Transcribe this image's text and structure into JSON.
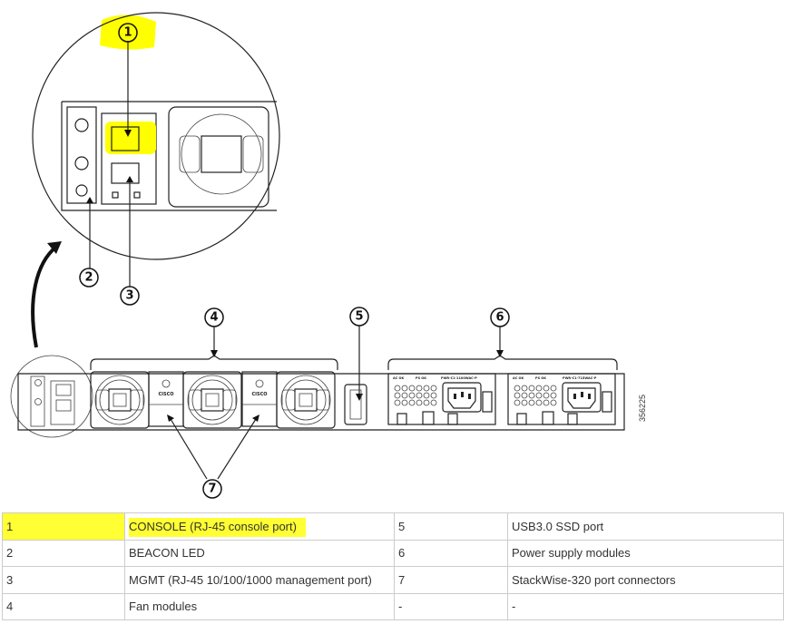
{
  "callouts": [
    "1",
    "2",
    "3",
    "4",
    "5",
    "6",
    "7"
  ],
  "labels": {
    "chassis_logo": "CISCO",
    "psu_ac_ok": "AC OK",
    "psu_ps_ok": "PS OK",
    "psu1_model": "PWR-C1-1100WAC-P",
    "psu2_model": "PWR-C1-715WAC-P",
    "figure_id": "356225"
  },
  "highlight_color": "#ffff00",
  "table": {
    "rows": [
      {
        "n1": "1",
        "d1": "CONSOLE (RJ-45 console port)",
        "n2": "5",
        "d2": "USB3.0 SSD port",
        "highlighted": true
      },
      {
        "n1": "2",
        "d1": "BEACON LED",
        "n2": "6",
        "d2": "Power supply modules"
      },
      {
        "n1": "3",
        "d1": "MGMT (RJ-45 10/100/1000 management port)",
        "n2": "7",
        "d2": "StackWise-320 port connectors"
      },
      {
        "n1": "4",
        "d1": "Fan modules",
        "n2": "-",
        "d2": "-"
      }
    ]
  }
}
